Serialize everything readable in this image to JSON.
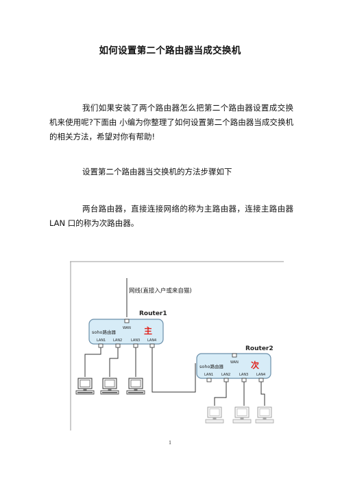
{
  "document": {
    "title": "如何设置第二个路由器当成交换机",
    "paragraphs": [
      "我们如果安装了两个路由器怎么把第二个路由器设置成交换机来使用呢?下面由 小编为你整理了如何设置第二个路由器当成交换机的相关方法，希望对你有帮助!",
      "设置第二个路由器当交换机的方法步骤如下",
      "两台路由器，直接连接网络的称为主路由器，连接主路由器LAN 口的称为次路由器。"
    ],
    "page_number": "1"
  },
  "diagram": {
    "wan_line_label": "网线(直接入户或来自猫)",
    "router1": {
      "name": "Router1",
      "device_label": "soho路由器",
      "role": "主",
      "wan_label": "WAN",
      "ports": [
        "LAN1",
        "LAN2",
        "LAN3",
        "LAN4"
      ]
    },
    "router2": {
      "name": "Router2",
      "device_label": "soho路由器",
      "role": "次",
      "wan_label": "WAN",
      "ports": [
        "LAN1",
        "LAN2",
        "LAN3",
        "LAN4"
      ]
    },
    "colors": {
      "router_fill": "#d7ecf7",
      "router_border": "#6a8faa",
      "role_text": "#e0201a",
      "line": "#333333"
    }
  }
}
